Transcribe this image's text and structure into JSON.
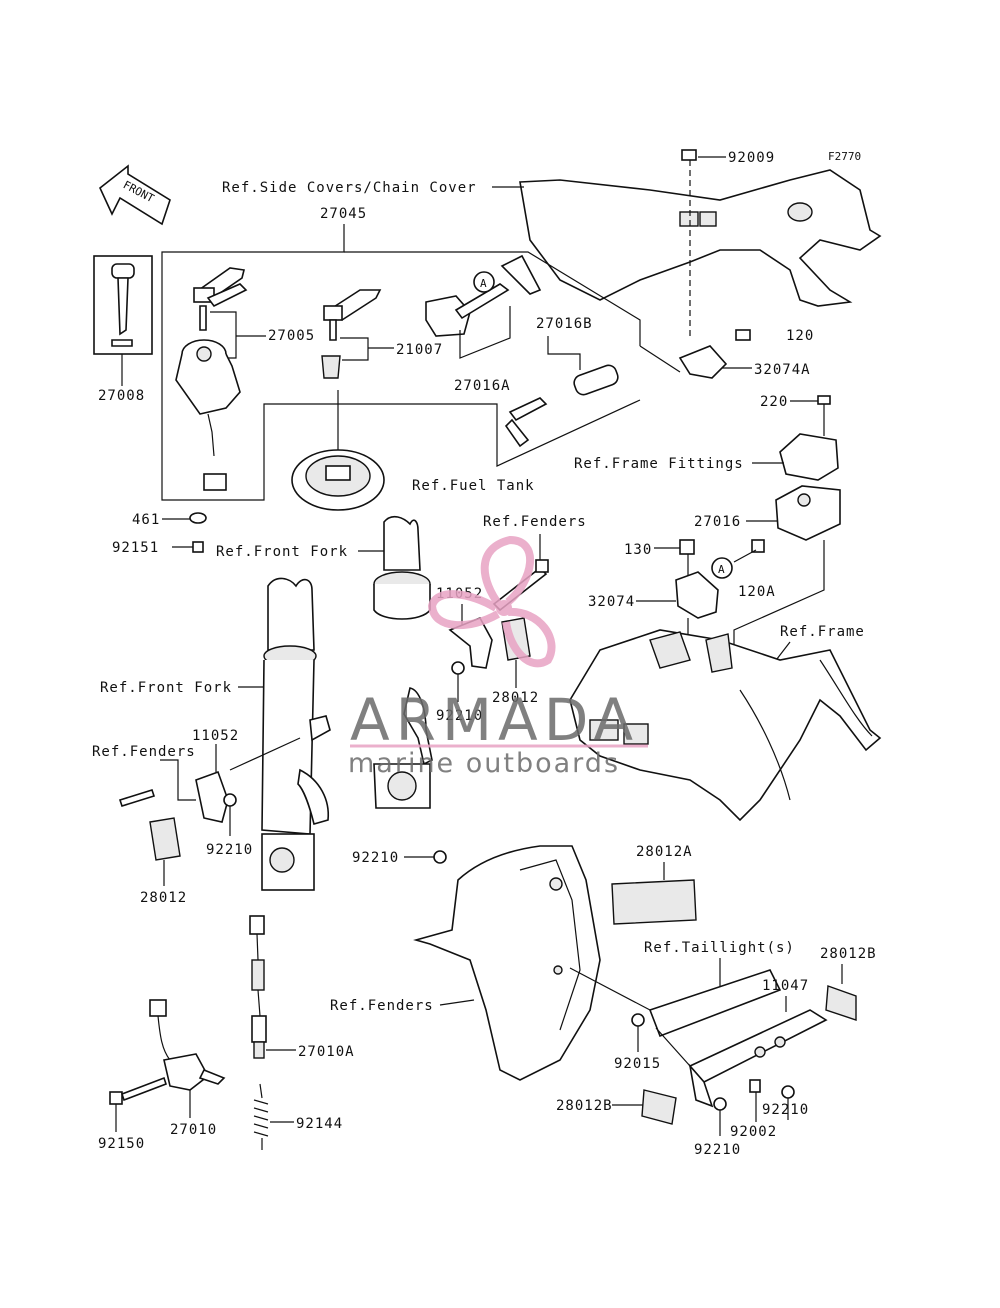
{
  "figure_code": "F2770",
  "front_arrow_label": "FRONT",
  "callout_letter": "A",
  "watermark": {
    "brand": "ARMADA",
    "tagline": "marine outboards"
  },
  "labels": {
    "p92009": "92009",
    "ref_side_covers": "Ref.Side Covers/Chain Cover",
    "p27045": "27045",
    "p27005": "27005",
    "p21007": "21007",
    "p27016B": "27016B",
    "p120": "120",
    "p27008": "27008",
    "p27016A": "27016A",
    "p32074A": "32074A",
    "p220": "220",
    "ref_frame_fittings": "Ref.Frame Fittings",
    "ref_fuel_tank": "Ref.Fuel Tank",
    "p461": "461",
    "ref_fenders_1": "Ref.Fenders",
    "p27016": "27016",
    "p92151": "92151",
    "ref_front_fork_1": "Ref.Front Fork",
    "p130": "130",
    "p11052_a": "11052",
    "p120A": "120A",
    "p32074": "32074",
    "ref_frame": "Ref.Frame",
    "p28012_a": "28012",
    "ref_front_fork_2": "Ref.Front Fork",
    "p92210_a": "92210",
    "ref_fenders_2": "Ref.Fenders",
    "p11052_b": "11052",
    "p92210_b": "92210",
    "p92210_c": "92210",
    "p28012A": "28012A",
    "p28012_b": "28012",
    "ref_taillight": "Ref.Taillight(s)",
    "p28012B_a": "28012B",
    "p11047": "11047",
    "ref_fenders_3": "Ref.Fenders",
    "p92015": "92015",
    "p27010A": "27010A",
    "p92210_d": "92210",
    "p92002": "92002",
    "p28012B_b": "28012B",
    "p92210_e": "92210",
    "p92144": "92144",
    "p92150": "92150",
    "p27010": "27010"
  }
}
